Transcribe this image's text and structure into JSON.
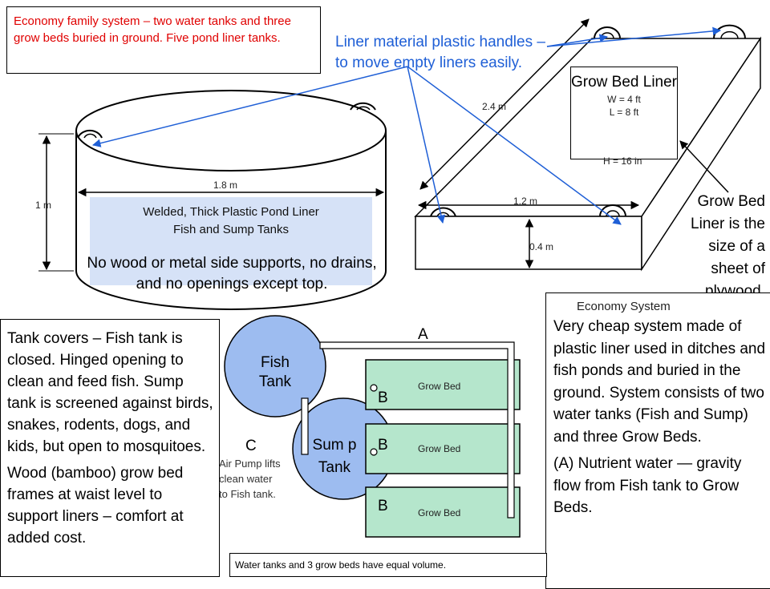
{
  "header_note": "Economy family system – two water tanks and three grow beds buried in ground. Five pond liner tanks.",
  "handles_note": "Liner material plastic handles –\nto move empty liners easily.",
  "tank": {
    "diameter_label": "1.8 m",
    "height_label": "1 m",
    "subtitle": "Welded, Thick Plastic Pond Liner\nFish and Sump Tanks",
    "note": "No wood or metal side supports, no drains, and no openings except top."
  },
  "grow_bed_liner": {
    "title": "Grow Bed Liner",
    "width": "W = 4 ft",
    "length": "L = 8 ft",
    "height": "H = 16 in",
    "length_m": "2.4 m",
    "width_m": "1.2 m",
    "depth_m": "0.4 m",
    "note": "Grow Bed Liner is the size of a sheet of plywood."
  },
  "left_text": {
    "p1": "Tank covers – Fish tank is closed. Hinged opening to clean and feed fish. Sump tank is screened against birds, snakes, rodents, dogs, and kids, but open to mosquitoes.",
    "p2": "Wood (bamboo) grow bed frames at waist level to support liners – comfort at added cost."
  },
  "system": {
    "fish_tank": "Fish Tank",
    "sump_tank": "Sum p Tank",
    "grow_beds": [
      "Grow Bed",
      "Grow Bed",
      "Grow Bed"
    ],
    "label_a": "A",
    "labels_b": [
      "B",
      "B",
      "B"
    ],
    "label_c": "C",
    "air_pump": "Air Pump lifts clean water to Fish tank."
  },
  "right_text": {
    "title": "Economy  System",
    "p1": "Very cheap system made of  plastic liner used in ditches and fish ponds and buried in the ground. System consists of two water tanks (Fish and Sump) and three Grow Beds.",
    "p2": "(A) Nutrient water — gravity flow from Fish tank to Grow Beds."
  },
  "bottom_note": "Water tanks and 3 grow beds have equal volume.",
  "colors": {
    "note_red": "#e00000",
    "note_blue": "#1f5fd6",
    "tank_fill": "#9dbcf0",
    "bed_fill": "#b5e6cc",
    "band_fill": "#d6e2f7"
  }
}
